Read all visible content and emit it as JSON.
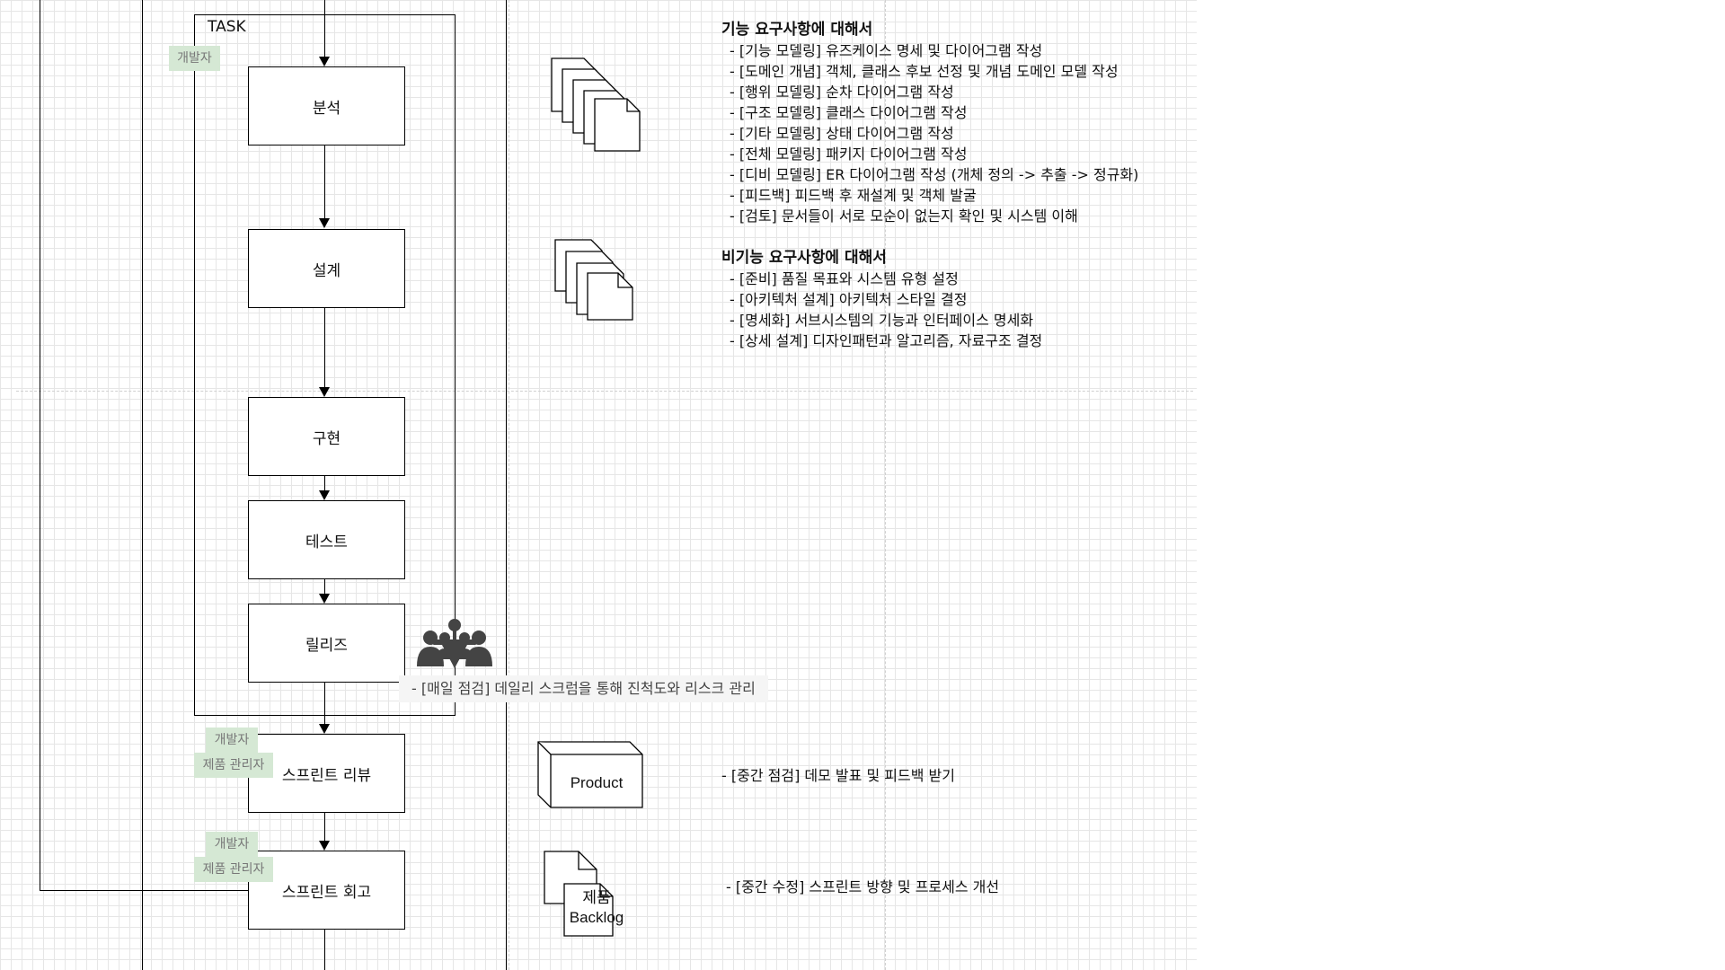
{
  "task_label": "TASK",
  "steps": {
    "analysis": "분석",
    "design": "설계",
    "implementation": "구현",
    "test": "테스트",
    "release": "릴리즈",
    "sprint_review": "스프린트 리뷰",
    "sprint_retro": "스프린트 회고"
  },
  "roles": {
    "developer": "개발자",
    "product_manager": "제품 관리자"
  },
  "functional": {
    "title": "기능 요구사항에 대해서",
    "items": [
      "- [기능 모델링] 유즈케이스 명세 및 다이어그램 작성",
      "- [도메인 개념] 객체, 클래스 후보 선정 및 개념 도메인 모델 작성",
      "- [행위 모델링] 순차 다이어그램 작성",
      "- [구조 모델링] 클래스 다이어그램 작성",
      "- [기타 모델링] 상태 다이어그램 작성",
      "- [전체 모델링] 패키지 다이어그램 작성",
      "- [디비 모델링] ER 다이어그램 작성 (개체 정의 -> 추출 -> 정규화)",
      "- [피드백] 피드백 후 재설계 및 객체 발굴",
      "- [검토] 문서들이 서로 모순이 없는지 확인 및 시스템 이해"
    ]
  },
  "nonfunctional": {
    "title": "비기능 요구사항에 대해서",
    "items": [
      "- [준비] 품질 목표와 시스템 유형 설정",
      "- [아키텍처 설계] 아키텍처 스타일 결정",
      "- [명세화] 서브시스템의 기능과 인터페이스 명세화",
      "- [상세 설계] 디자인패턴과 알고리즘, 자료구조 결정"
    ]
  },
  "daily_scrum": "- [매일 점검] 데일리 스크럼을 통해 진척도와 리스크 관리",
  "product_box": "Product",
  "review_note": "- [중간 점검] 데모 발표 및 피드백 받기",
  "backlog_line1": "제품",
  "backlog_line2": "Backlog",
  "retro_note": "- [중간 수정] 스프린트 방향 및 프로세스 개선",
  "icons": {
    "documents": "document-stack-icon",
    "team": "team-meeting-icon",
    "product": "cube-icon",
    "backlog": "note-stack-icon"
  },
  "colors": {
    "role_tag_bg": "#d5e8d4",
    "role_tag_text": "#777777",
    "grid": "#e6e6e6"
  }
}
